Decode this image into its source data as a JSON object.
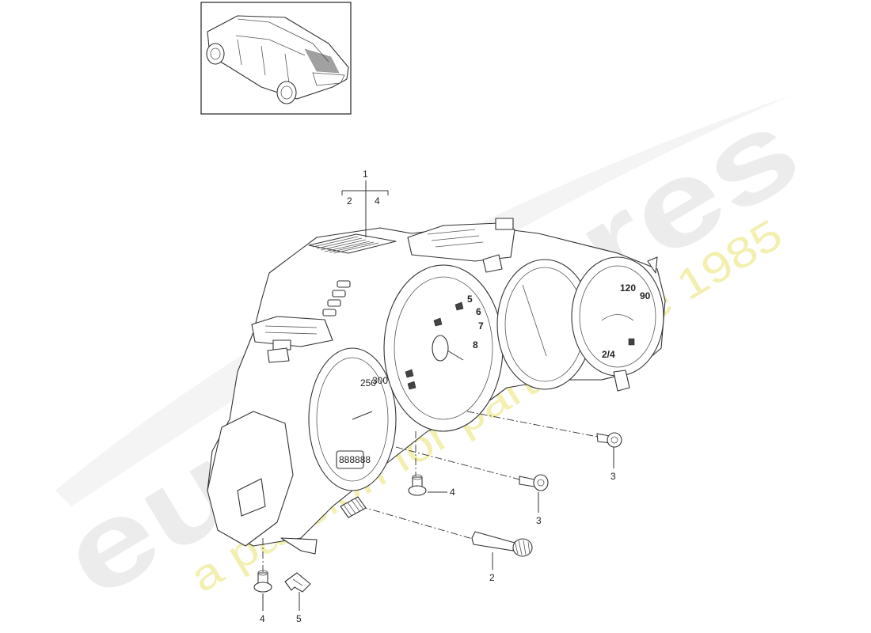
{
  "callouts": {
    "main_assembly": "1",
    "sub_left": "2",
    "sub_right": "4",
    "screw_top_right": "3",
    "screw_middle": "3",
    "bolt_center": "4",
    "knob": "2",
    "bolt_bottom": "4",
    "clip": "5"
  },
  "gauges": {
    "tacho_digits": [
      "5",
      "6",
      "7",
      "8"
    ],
    "speedo_digits": [
      "120",
      "90"
    ],
    "fuel_label": "2/4",
    "left_gauge_digits": [
      "250",
      "300"
    ],
    "odometer": "888888"
  },
  "watermark": {
    "brand": "eurospares",
    "tagline": "a passion for parts since 1985"
  },
  "colors": {
    "watermark_brand": "#e6e6e6",
    "watermark_tagline": "#f0ec9c",
    "line": "#333333"
  }
}
